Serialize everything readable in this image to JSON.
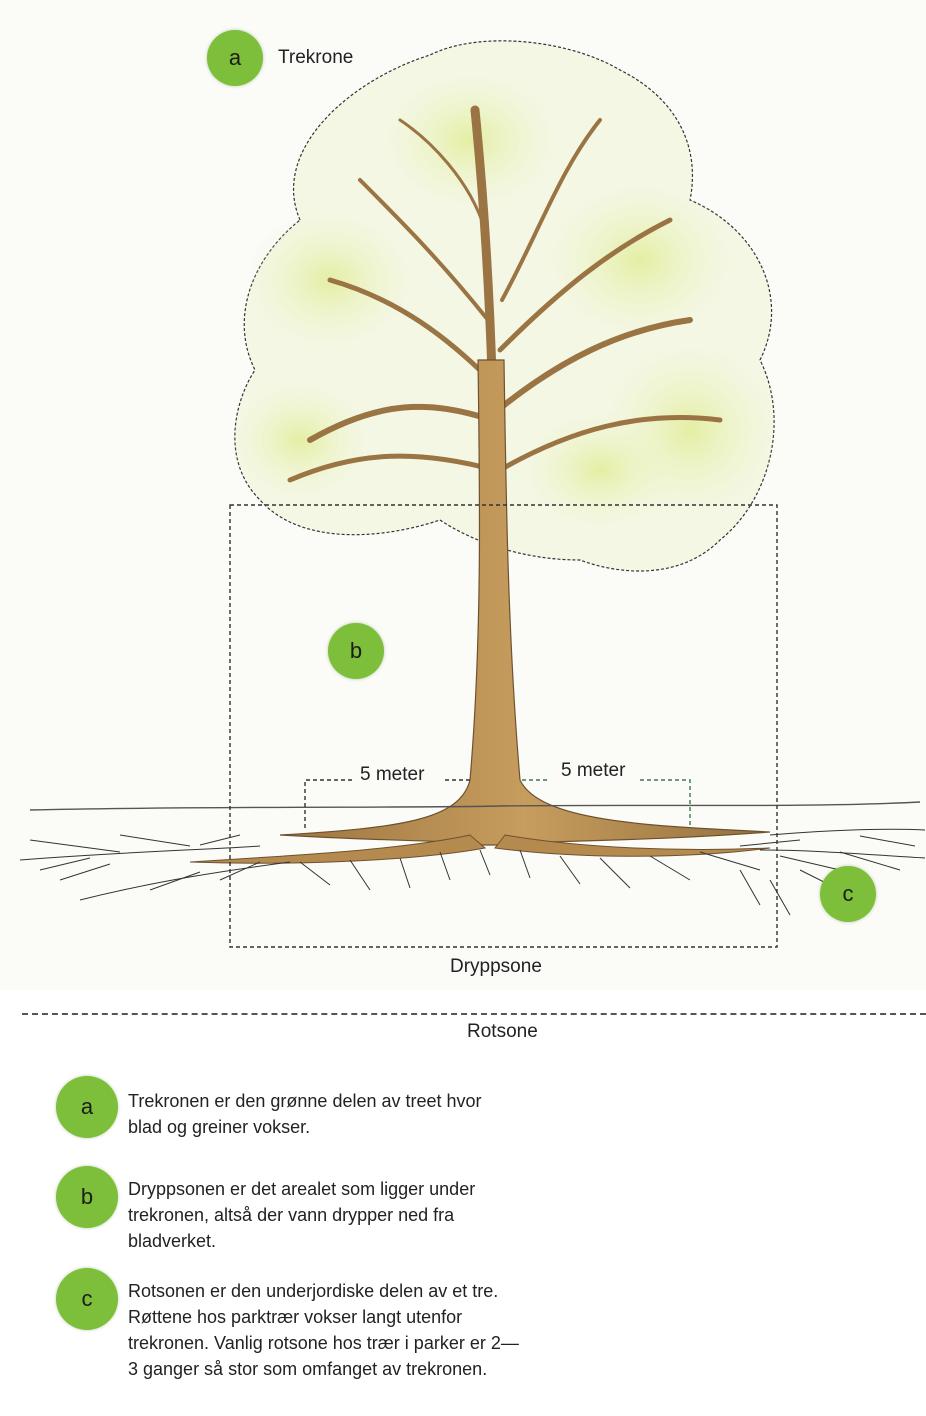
{
  "labels": {
    "trekrone": "Trekrone",
    "left_distance": "5 meter",
    "right_distance": "5 meter",
    "dryppsone": "Dryppsone",
    "rotsone": "Rotsone"
  },
  "badges": {
    "a": "a",
    "b": "b",
    "c": "c"
  },
  "legend": [
    {
      "badge": "a",
      "text": "Trekronen er den grønne delen av treet hvor blad og greiner vokser."
    },
    {
      "badge": "b",
      "text": "Dryppsonen er det arealet som ligger under trekronen, altså der vann drypper ned fra bladverket."
    },
    {
      "badge": "c",
      "text": "Rotsonen er den underjordiske delen av et tre. Røttene hos parktrær vokser langt utenfor trekronen. Vanlig rotsone hos trær i parker er 2—3 ganger så stor som omfanget av trekronen."
    }
  ],
  "colors": {
    "badge_green": "#7dbf3a",
    "foliage": "#e6efb4",
    "trunk": "#b48a4e",
    "root_line": "#555555"
  }
}
